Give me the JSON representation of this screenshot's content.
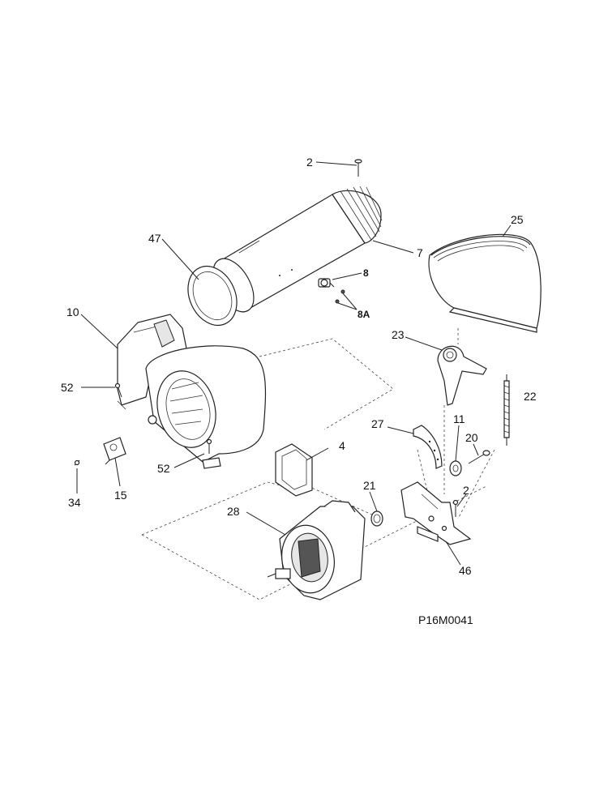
{
  "diagram": {
    "drawing_code": "P16M0041",
    "callouts": {
      "c2_top": "2",
      "c47": "47",
      "c7": "7",
      "c8": "8",
      "c8a": "8A",
      "c25": "25",
      "c10": "10",
      "c23": "23",
      "c22": "22",
      "c52_top": "52",
      "c27": "27",
      "c11": "11",
      "c20": "20",
      "c4": "4",
      "c52_bottom": "52",
      "c34": "34",
      "c15": "15",
      "c21": "21",
      "c2_bottom": "2",
      "c28": "28",
      "c46": "46"
    }
  }
}
